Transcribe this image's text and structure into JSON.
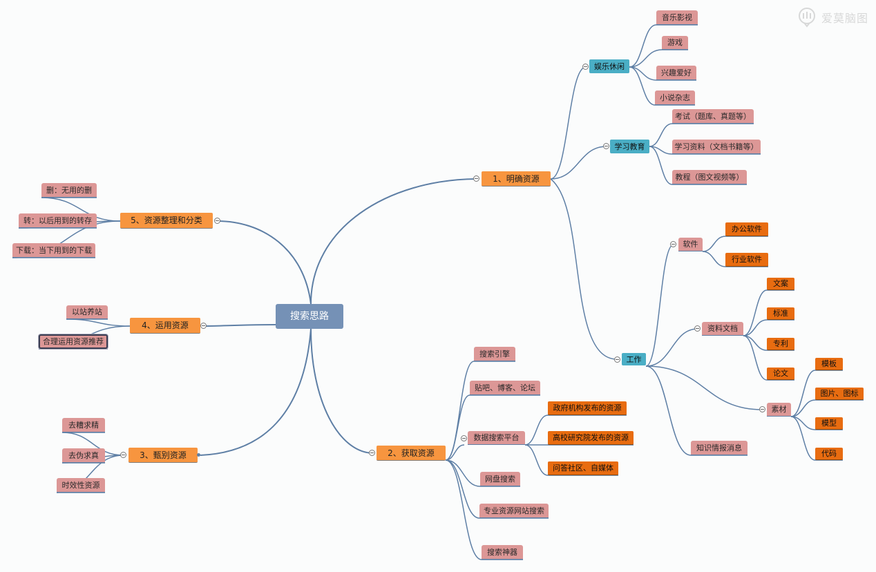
{
  "watermark": {
    "text": "爱莫脑图"
  },
  "colors": {
    "link": "#5e7fa5"
  },
  "mindmap": {
    "root": "搜索思路",
    "branch1": {
      "label": "1、明确资源",
      "leisure": {
        "label": "娱乐休闲",
        "items": [
          "音乐影视",
          "游戏",
          "兴趣爱好",
          "小说杂志"
        ]
      },
      "study": {
        "label": "学习教育",
        "items": [
          "考试（题库、真题等）",
          "学习资料（文档书籍等）",
          "教程（图文视频等）"
        ]
      },
      "work": {
        "label": "工作",
        "software": {
          "label": "软件",
          "items": [
            "办公软件",
            "行业软件"
          ]
        },
        "docs": {
          "label": "资料文档",
          "items": [
            "文案",
            "标准",
            "专利",
            "论文"
          ]
        },
        "material": {
          "label": "素材",
          "items": [
            "模板",
            "图片、图标",
            "模型",
            "代码"
          ]
        },
        "intel": "知识情报消息"
      }
    },
    "branch2": {
      "label": "2、获取资源",
      "items": [
        "搜索引擎",
        "贴吧、博客、论坛",
        "数据搜索平台",
        "网盘搜索",
        "专业资源网站搜索",
        "搜索神器"
      ],
      "data_platform_items": [
        "政府机构发布的资源",
        "高校研究院发布的资源",
        "问答社区、自媒体"
      ]
    },
    "branch3": {
      "label": "3、甄别资源",
      "items": [
        "去糟求精",
        "去伪求真",
        "时效性资源"
      ]
    },
    "branch4": {
      "label": "4、运用资源",
      "items": [
        "以站养站",
        "合理运用资源推荐"
      ]
    },
    "branch5": {
      "label": "5、资源整理和分类",
      "items": [
        "删：无用的删",
        "转：以后用到的转存",
        "下载：当下用到的下载"
      ]
    }
  }
}
